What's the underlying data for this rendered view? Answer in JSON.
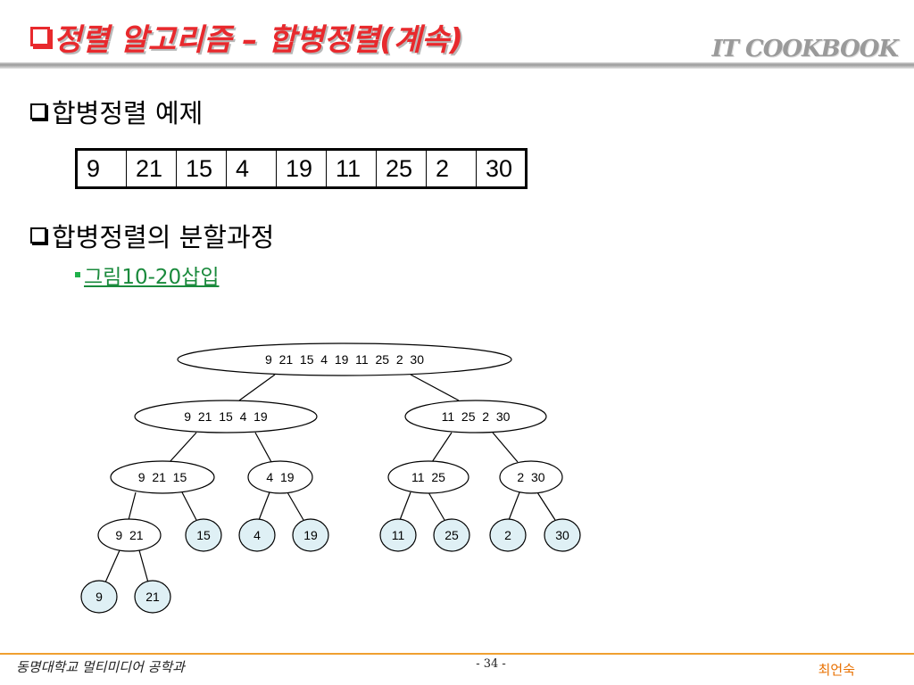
{
  "slide": {
    "title": "정렬 알고리즘 – 합병정렬(계속)",
    "brand": "IT COOKBOOK",
    "bullet1": "합병정렬 예제",
    "array": [
      "9",
      "21",
      "15",
      "4",
      "19",
      "11",
      "25",
      "2",
      "30"
    ],
    "bullet2": "합병정렬의 분할과정",
    "sub_item": "그림10-20삽입"
  },
  "tree": {
    "root": "9  21  15  4  19  11  25  2  30",
    "l1_left": "9  21  15  4  19",
    "l1_right": "11  25  2  30",
    "l2_a": "9  21  15",
    "l2_b": "4  19",
    "l2_c": "11  25",
    "l2_d": "2  30",
    "l3_a": "9  21",
    "l3_b": "15",
    "l3_c": "4",
    "l3_d": "19",
    "l3_e": "11",
    "l3_f": "25",
    "l3_g": "2",
    "l3_h": "30",
    "l4_a": "9",
    "l4_b": "21",
    "leaf_fill": "#dff0f5"
  },
  "footer": {
    "school": "동명대학교 멀티미디어 공학과",
    "page": "- 34 -",
    "author": "최언숙",
    "accent": "#f0a030"
  }
}
